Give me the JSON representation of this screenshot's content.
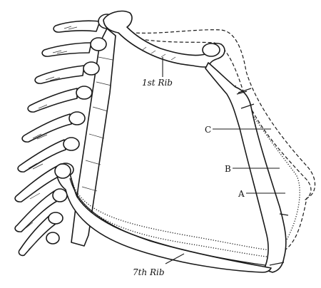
{
  "labels": {
    "rib_first": "1st Rib",
    "rib_seventh": "7th Rib",
    "line_a": "A",
    "line_b": "B",
    "line_c": "C"
  },
  "colors": {
    "ink": "#1a1a1a",
    "paper": "#ffffff"
  }
}
